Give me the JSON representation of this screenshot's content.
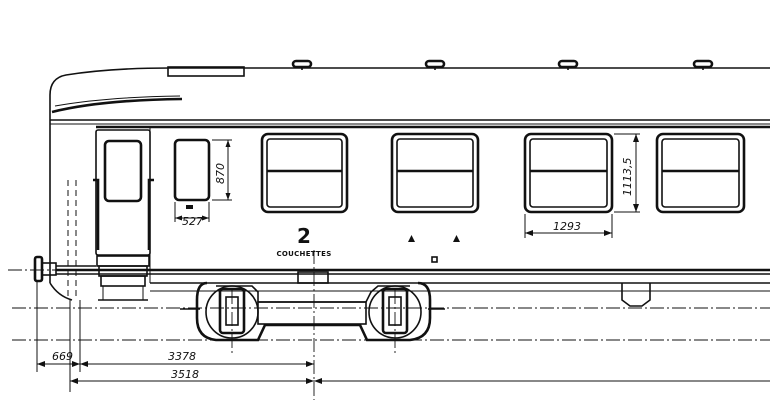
{
  "coach_markings": {
    "class_number": "2",
    "class_label": "COUCHETTES"
  },
  "dimensions": {
    "end_offset": "669",
    "bogie_pivot_a": "3378",
    "bogie_pivot_b": "3518",
    "door_window_width": "527",
    "door_window_height": "870",
    "compartment_window_width": "1293",
    "compartment_window_height": "1113,5"
  }
}
